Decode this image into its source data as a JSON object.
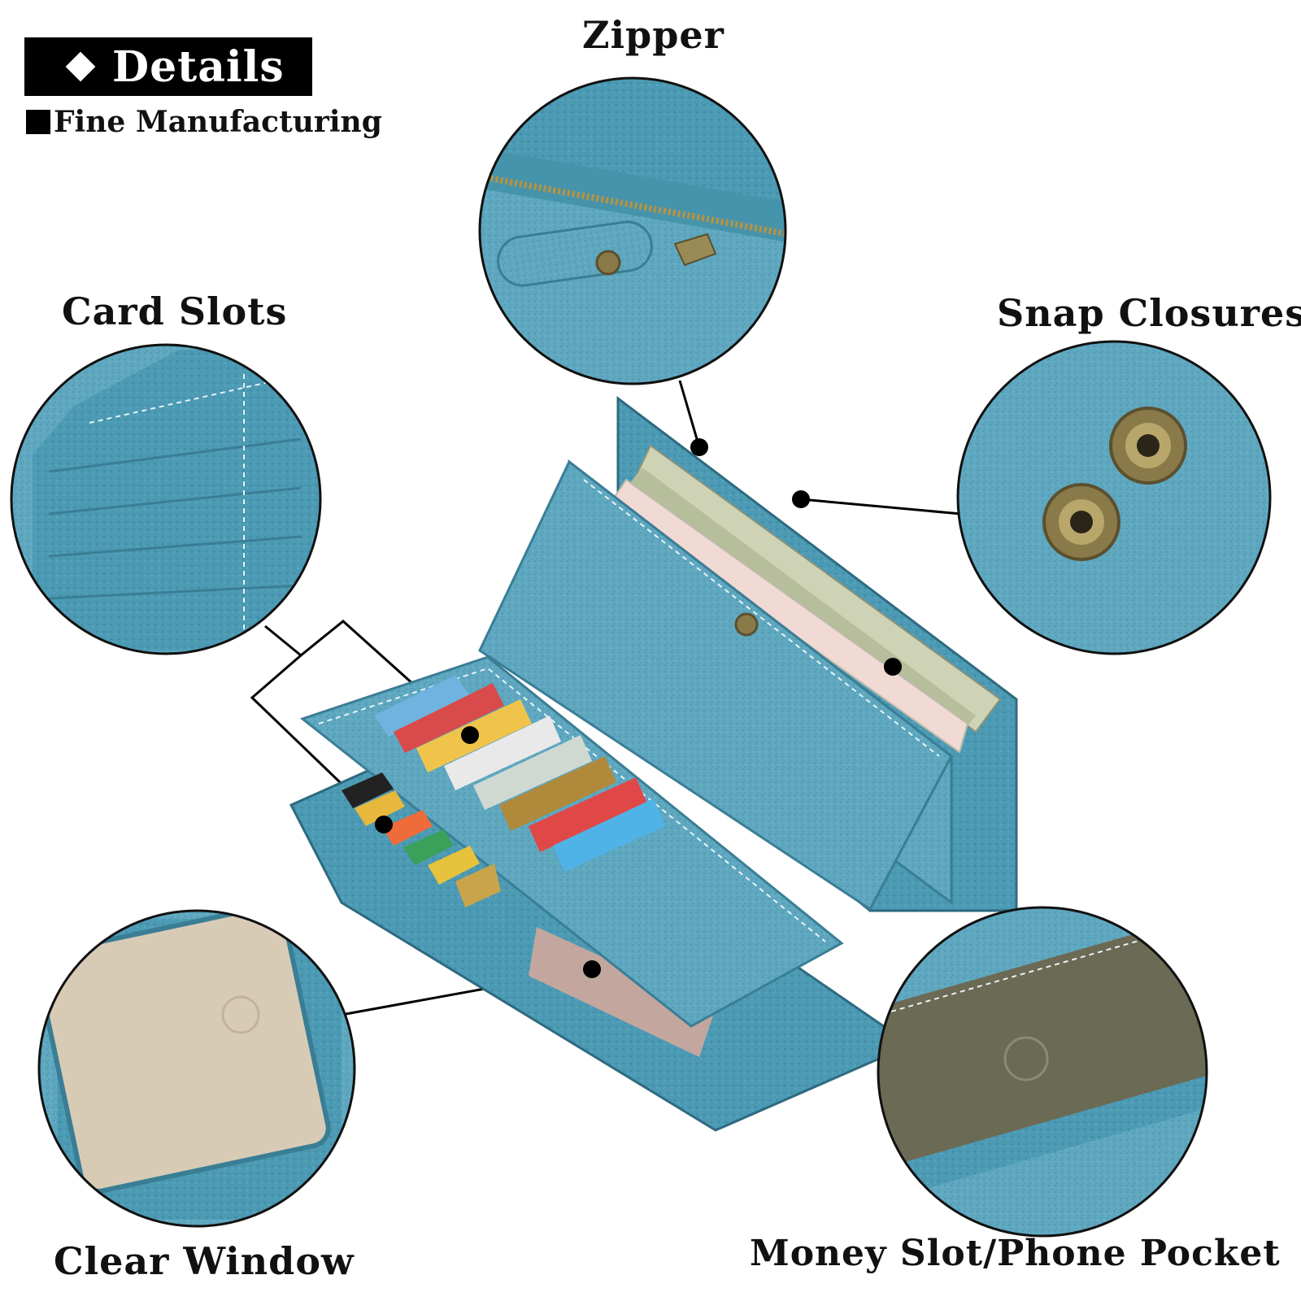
{
  "header": {
    "title": "Details",
    "subtitle": "Fine Manufacturing"
  },
  "features": {
    "zipper": "Zipper",
    "card_slots": "Card Slots",
    "snap_closures": "Snap Closures",
    "clear_window": "Clear Window",
    "money_slot": "Money Slot/Phone Pocket"
  },
  "colors": {
    "leather": "#5fa8c0",
    "leather_dark": "#3f8aa4",
    "metal": "#8a7a4a",
    "window": "#d8cbb6",
    "lining": "#6b6a55"
  }
}
